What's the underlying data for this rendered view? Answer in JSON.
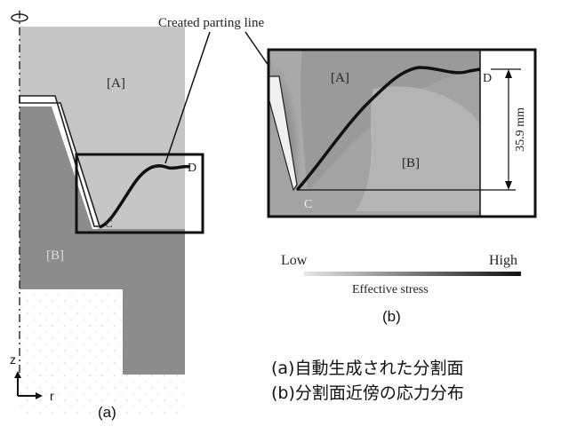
{
  "callout": {
    "label": "Created parting line"
  },
  "panel_a": {
    "region_a": "[A]",
    "region_b": "[B]",
    "point_c": "C",
    "point_d": "D",
    "caption": "(a)",
    "axis_z": "z",
    "axis_r": "r"
  },
  "panel_b": {
    "region_a": "[A]",
    "region_b": "[B]",
    "point_c": "C",
    "point_d": "D",
    "dimension": "35.9 mm",
    "caption": "(b)"
  },
  "colorbar": {
    "low": "Low",
    "high": "High",
    "title": "Effective stress"
  },
  "notes": [
    "(a)自動生成された分割面",
    "(b)分割面近傍の応力分布"
  ]
}
